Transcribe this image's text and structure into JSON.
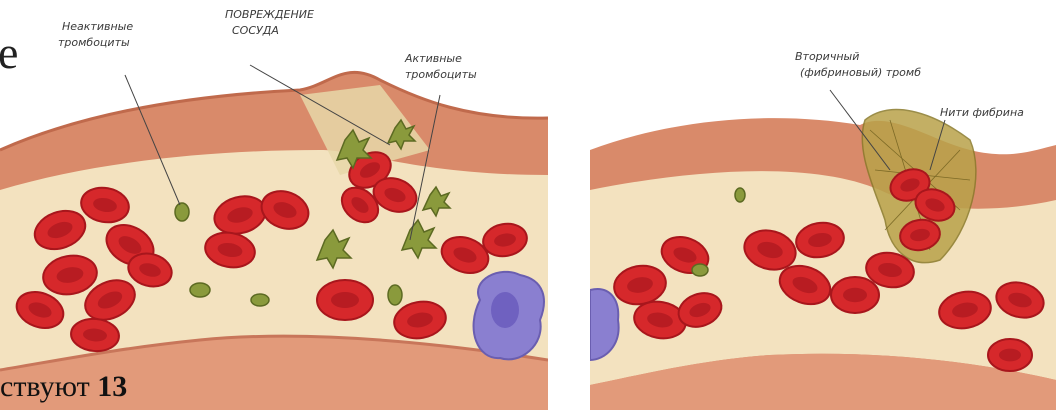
{
  "left_panel": {
    "labels": {
      "inactive_platelets": [
        "Неактивные",
        "тромбоциты"
      ],
      "vessel_damage": [
        "ПОВРЕЖДЕНИЕ",
        "СОСУДА"
      ],
      "active_platelets": [
        "Активные",
        "тромбоциты"
      ]
    }
  },
  "right_panel": {
    "labels": {
      "secondary_clot": [
        "Вторичный",
        "(фибриновый) тромб"
      ],
      "fibrin_threads": [
        "Нити фибрина"
      ]
    }
  },
  "slide": {
    "letter_fragment": "е",
    "bottom_text": "ствуют",
    "bottom_number": "13"
  },
  "colors": {
    "vessel_wall": "#d98a6a",
    "vessel_inner": "#f3e2bf",
    "rbc": "#d6282b",
    "rbc_center": "#b81c22",
    "platelet": "#8a9a3c",
    "wbc": "#8a7fd0",
    "clot": "#b9a24a"
  }
}
